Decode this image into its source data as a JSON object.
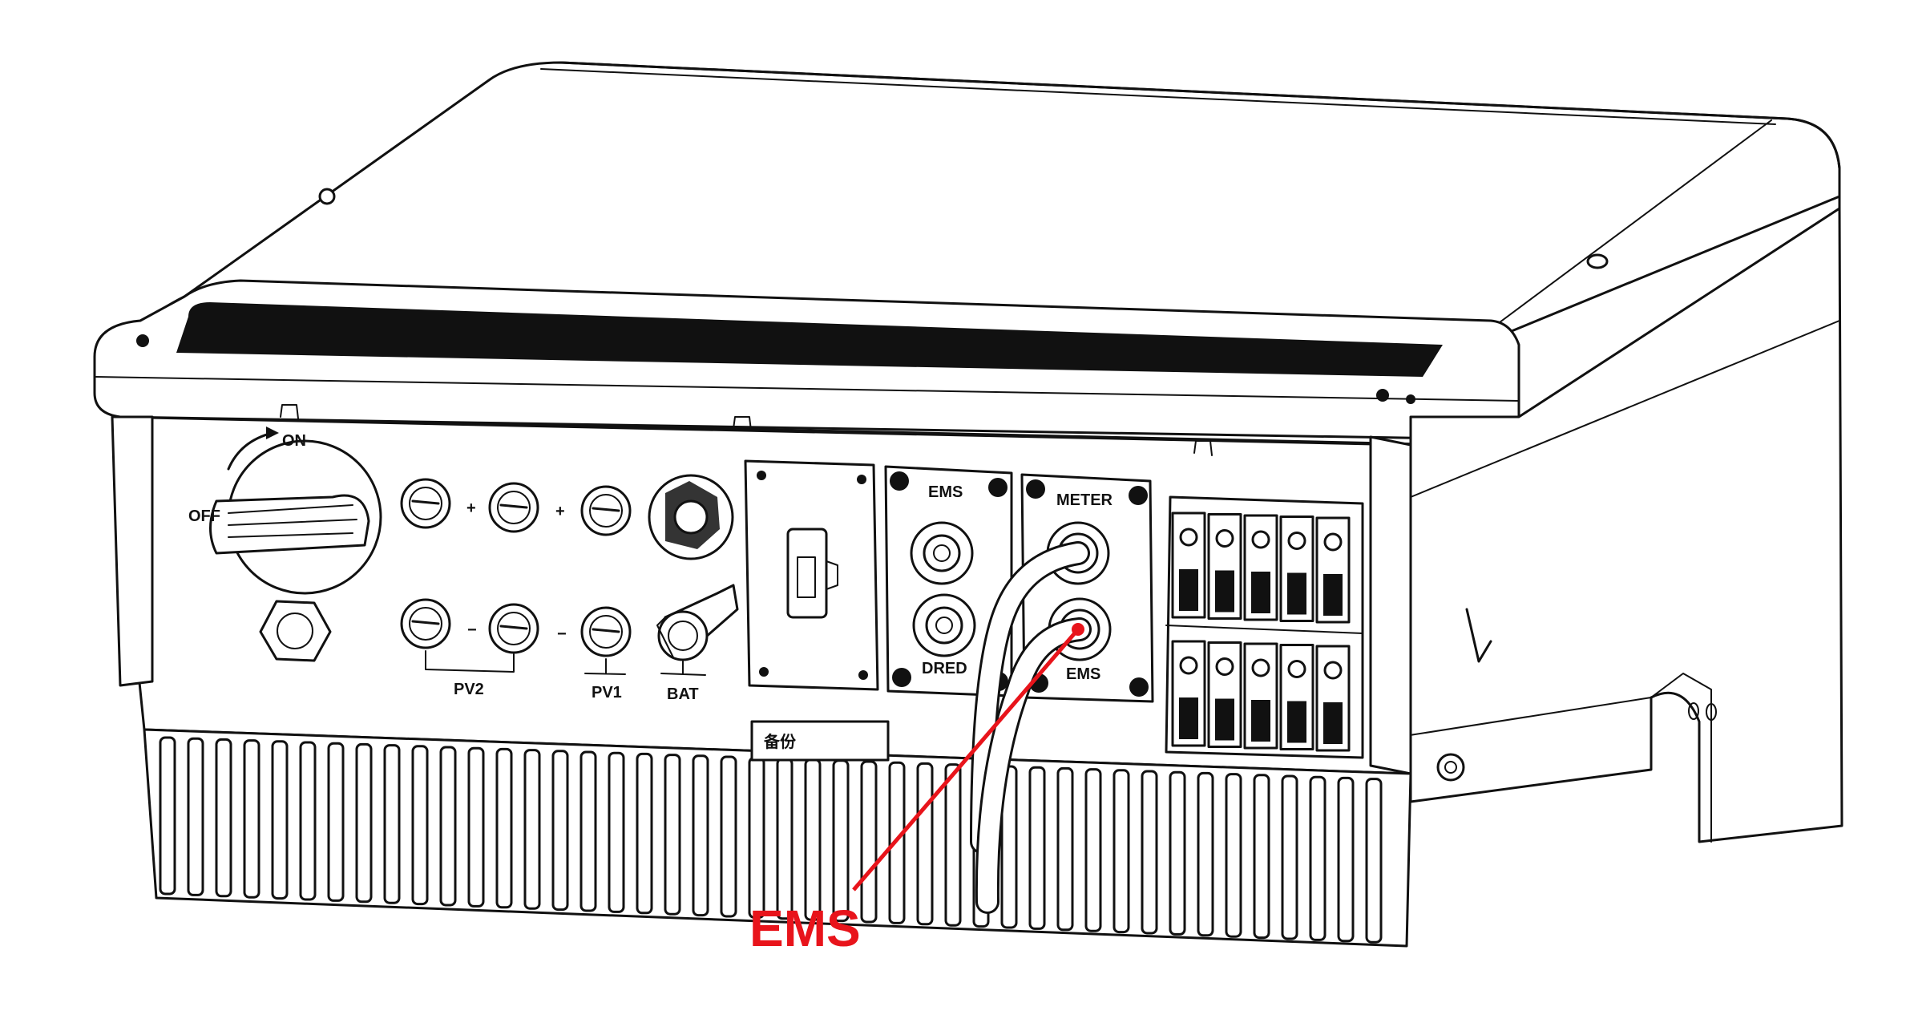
{
  "diagram": {
    "switch_labels": {
      "on": "ON",
      "off": "OFF"
    },
    "pv_symbols": {
      "plus": "+",
      "minus": "−"
    },
    "port_labels": {
      "pv2": "PV2",
      "pv1": "PV1",
      "bat": "BAT"
    },
    "panel_labels": {
      "ems": "EMS",
      "dred": "DRED",
      "meter": "METER",
      "ems_lower": "EMS"
    },
    "reserve_label": "备份",
    "side_mark": "L",
    "callout": {
      "text": "EMS",
      "color": "#e8141b"
    }
  }
}
